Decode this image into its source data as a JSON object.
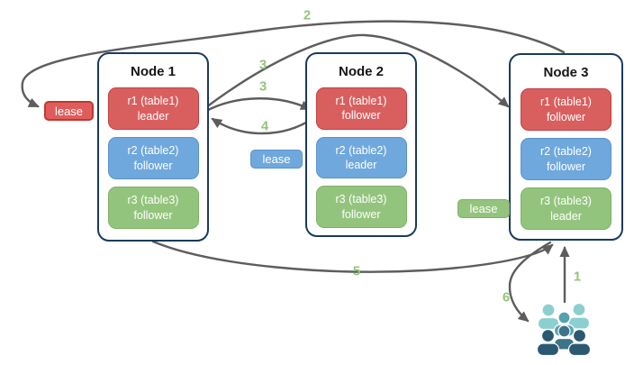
{
  "diagram": {
    "nodes": [
      {
        "title": "Node 1",
        "replicas": [
          {
            "name": "r1 (table1)",
            "role": "leader"
          },
          {
            "name": "r2 (table2)",
            "role": "follower"
          },
          {
            "name": "r3 (table3)",
            "role": "follower"
          }
        ]
      },
      {
        "title": "Node 2",
        "replicas": [
          {
            "name": "r1 (table1)",
            "role": "follower"
          },
          {
            "name": "r2 (table2)",
            "role": "leader"
          },
          {
            "name": "r3 (table3)",
            "role": "follower"
          }
        ]
      },
      {
        "title": "Node 3",
        "replicas": [
          {
            "name": "r1 (table1)",
            "role": "follower"
          },
          {
            "name": "r2 (table2)",
            "role": "follower"
          },
          {
            "name": "r3 (table3)",
            "role": "leader"
          }
        ]
      }
    ],
    "leases": {
      "table1": "lease",
      "table2": "lease",
      "table3": "lease"
    },
    "steps": {
      "s1": "1",
      "s2": "2",
      "s3a": "3",
      "s3b": "3",
      "s4": "4",
      "s5": "5",
      "s6": "6"
    },
    "icons": {
      "users_group": "users-group-icon"
    },
    "colors": {
      "red_fill": "#d95f5f",
      "red_border": "#c43e3e",
      "blue_fill": "#6fa8dc",
      "blue_border": "#5b93cf",
      "green_fill": "#93c47d",
      "green_border": "#7fb164",
      "lease_red_border": "#c0392b",
      "node_border": "#1b3a5c",
      "arrow": "#5d5d5d",
      "step_label": "#93c47d",
      "users_light": "#8ccfd1",
      "users_mid": "#57a0af",
      "users_slate": "#3e7488",
      "users_dark": "#2b5971"
    }
  }
}
